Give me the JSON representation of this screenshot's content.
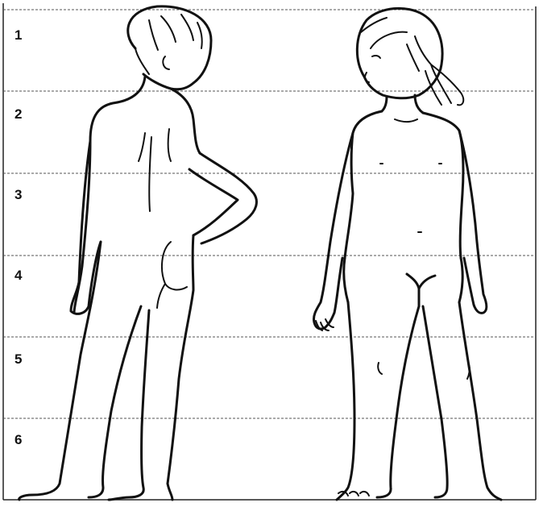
{
  "scale": {
    "labels": [
      "1",
      "2",
      "3",
      "4",
      "5",
      "6"
    ]
  },
  "figures": [
    {
      "name": "boy",
      "view": "back"
    },
    {
      "name": "girl",
      "view": "front"
    }
  ],
  "colors": {
    "line": "#111111",
    "grid": "#555555",
    "background": "#ffffff"
  }
}
